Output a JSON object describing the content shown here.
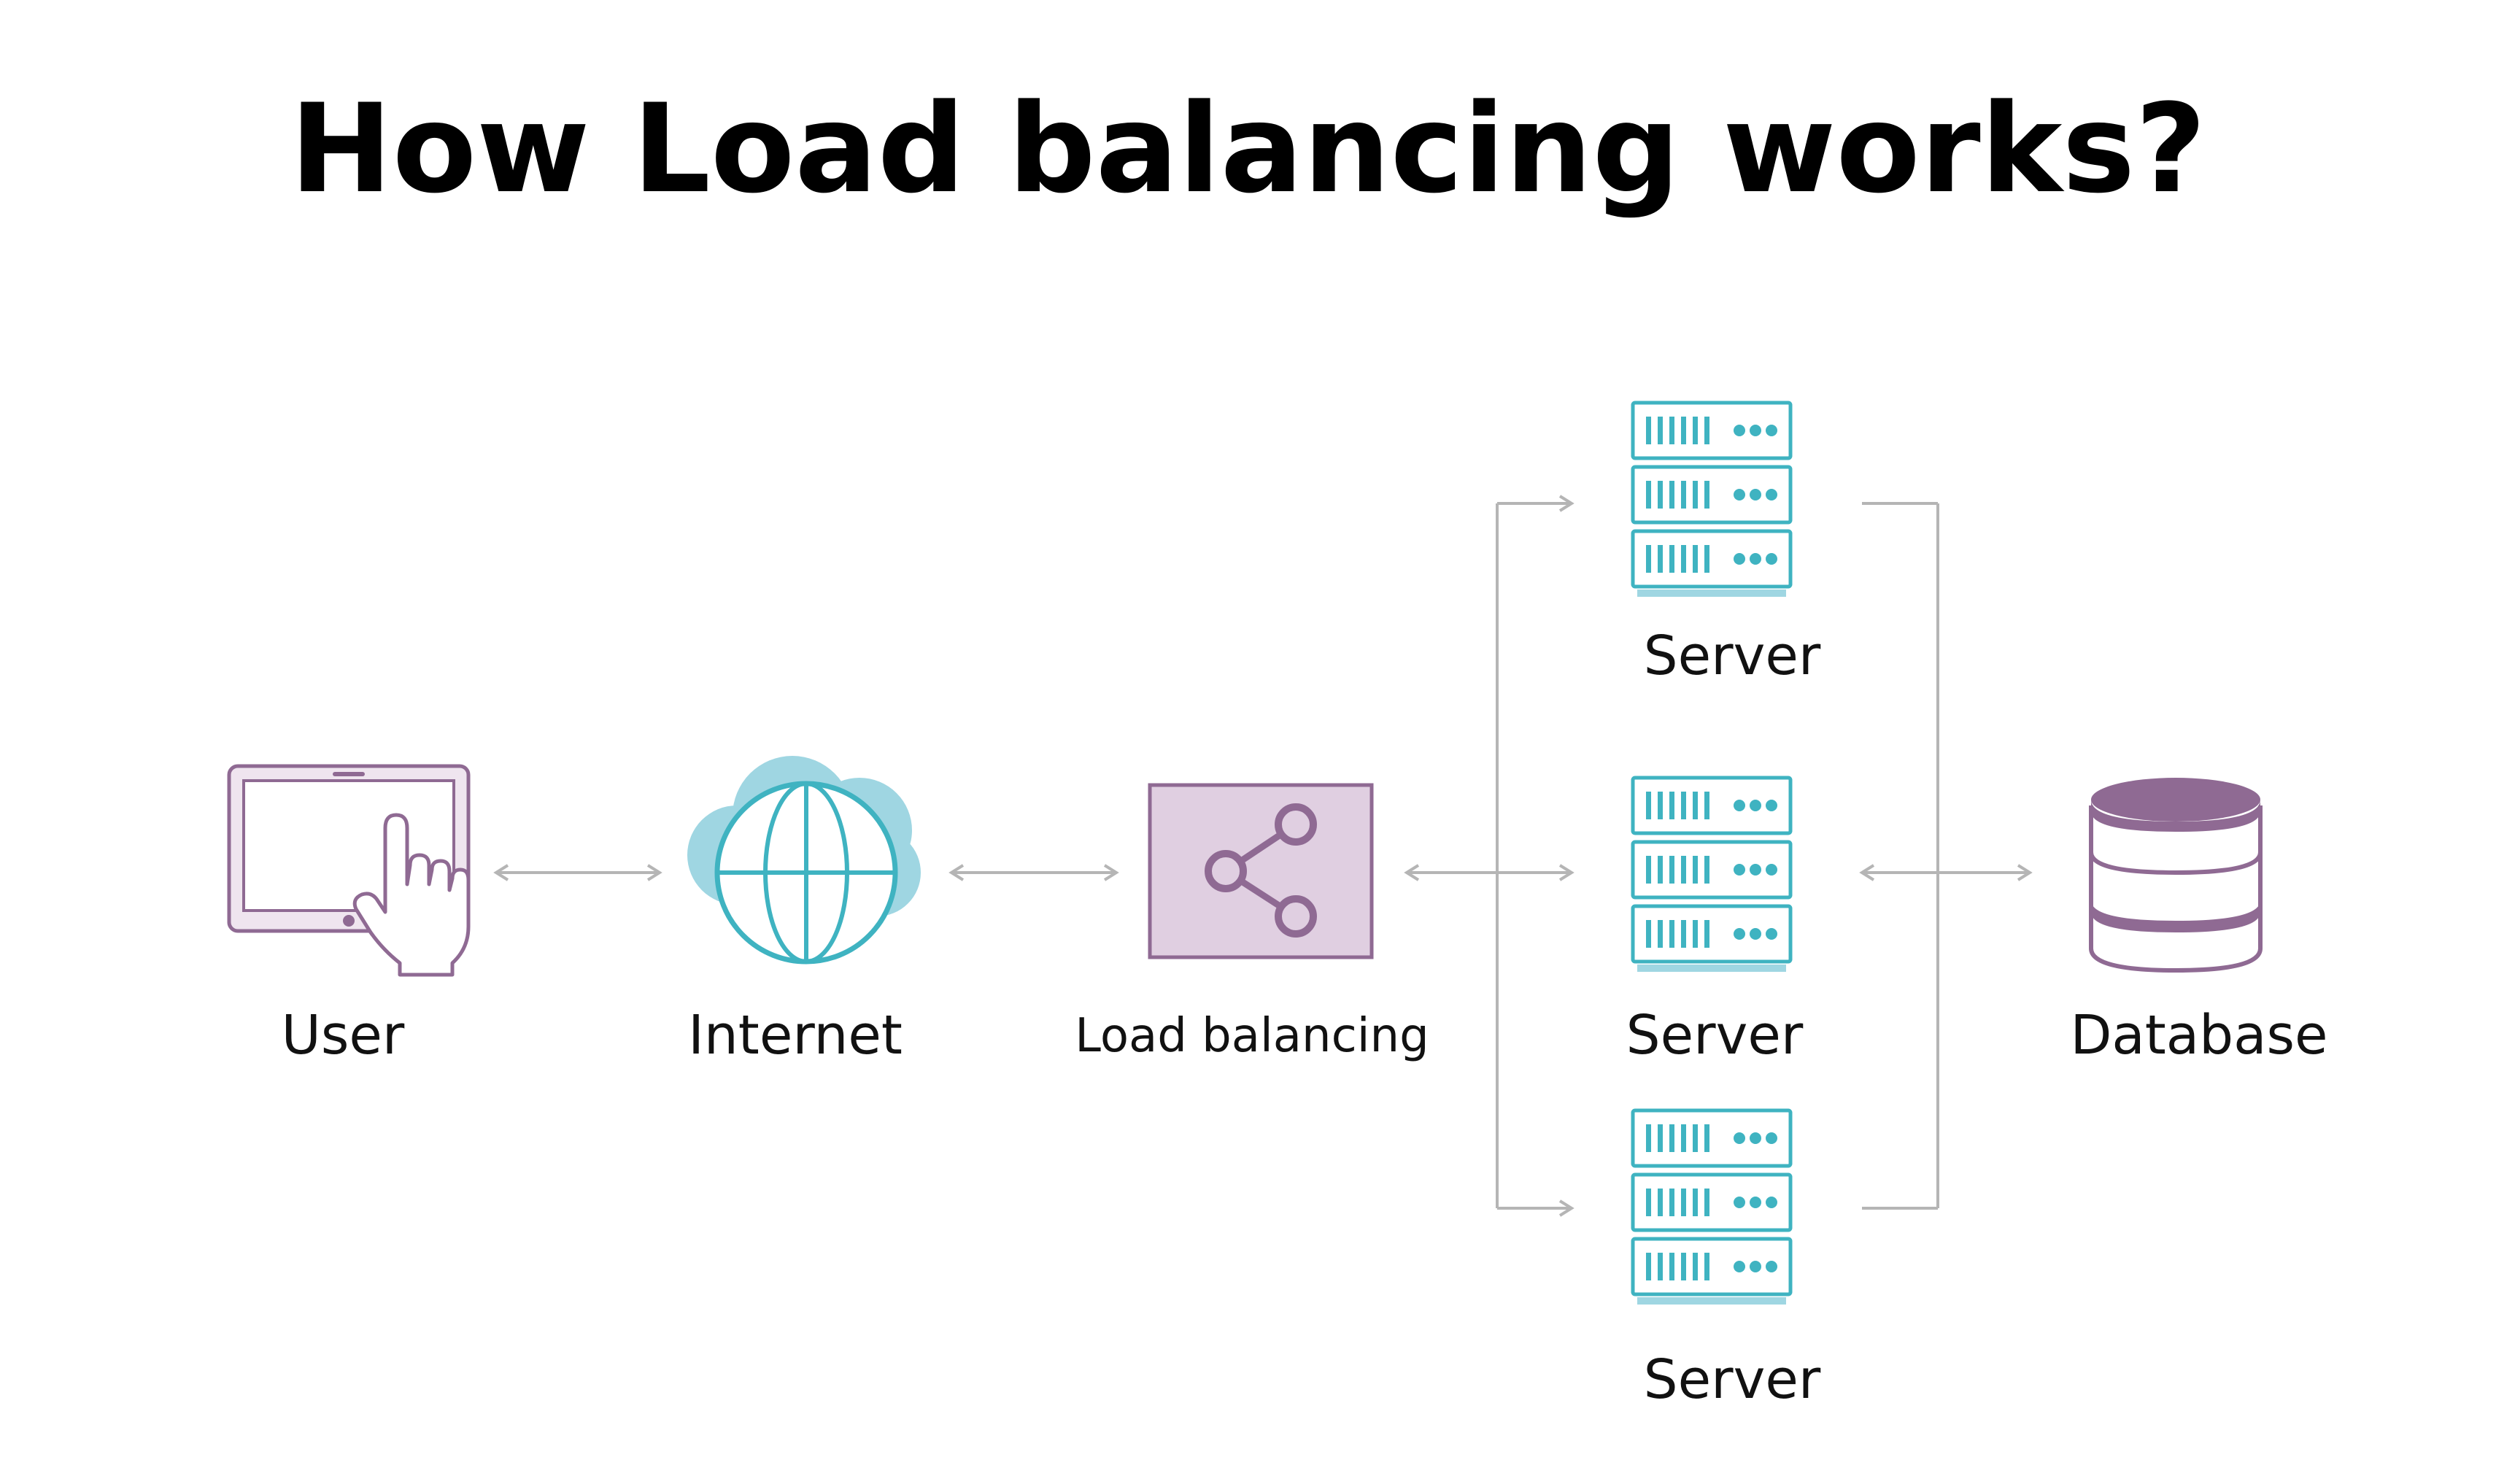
{
  "title": "How Load balancing works?",
  "nodes": {
    "user": {
      "label": "User",
      "icon": "tablet-touch-icon"
    },
    "internet": {
      "label": "Internet",
      "icon": "cloud-globe-icon"
    },
    "load_balancer": {
      "label": "Load balancing",
      "icon": "share-network-icon"
    },
    "server_top": {
      "label": "Server",
      "icon": "server-rack-icon"
    },
    "server_middle": {
      "label": "Server",
      "icon": "server-rack-icon"
    },
    "server_bottom": {
      "label": "Server",
      "icon": "server-rack-icon"
    },
    "database": {
      "label": "Database",
      "icon": "database-cylinder-icon"
    }
  },
  "colors": {
    "purple": "#8f6a93",
    "purple_light": "#e0cfe1",
    "teal": "#3fb3c1",
    "teal_light": "#9fd6e2",
    "connector": "#b5b5b5"
  }
}
